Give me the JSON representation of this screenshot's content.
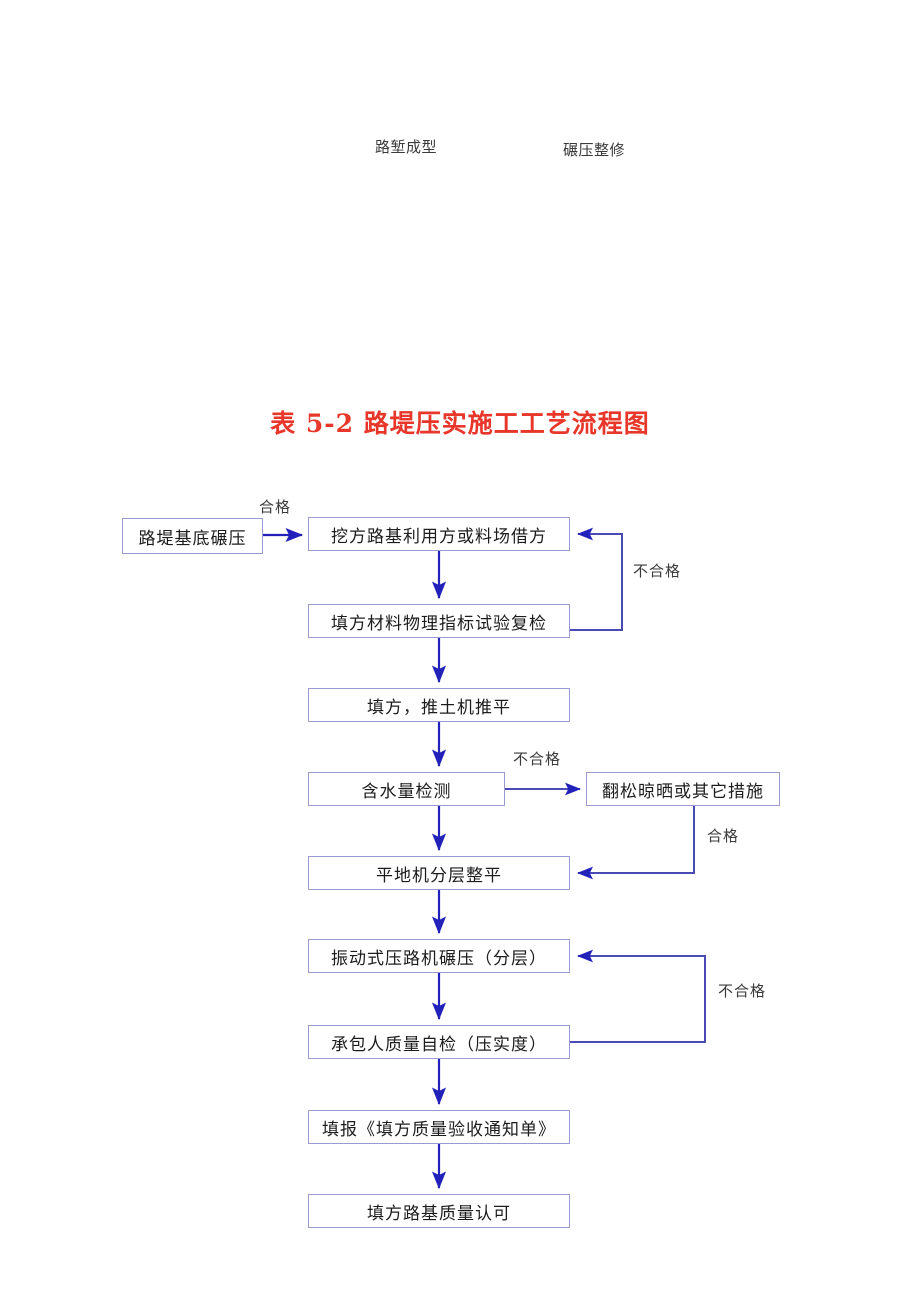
{
  "document": {
    "stray_labels": [
      {
        "name": "lu-qian-cheng-xing",
        "text": "路堑成型"
      },
      {
        "name": "nian-ya-zheng-xiu",
        "text": "碾压整修"
      }
    ],
    "title": {
      "prefix": "表 ",
      "number": "5-2",
      "suffix": " 路堤压实施工工艺流程图",
      "full": "表 5-2 路堤压实施工工艺流程图",
      "color": "#e8372a"
    }
  },
  "flowchart": {
    "type": "process-flow",
    "box_border_color": "#9a9ad0",
    "arrow_color": "#2222bb",
    "nodes": [
      {
        "id": "base",
        "label": "路堤基底碾压"
      },
      {
        "id": "borrow",
        "label": "挖方路基利用方或料场借方"
      },
      {
        "id": "retest",
        "label": "填方材料物理指标试验复检"
      },
      {
        "id": "fill",
        "label": "填方，推土机推平"
      },
      {
        "id": "moisture",
        "label": "含水量检测"
      },
      {
        "id": "aerate",
        "label": "翻松晾晒或其它措施"
      },
      {
        "id": "grader",
        "label": "平地机分层整平"
      },
      {
        "id": "roller",
        "label": "振动式压路机碾压（分层）"
      },
      {
        "id": "selfcheck",
        "label": "承包人质量自检（压实度）"
      },
      {
        "id": "notice",
        "label": "填报《填方质量验收通知单》"
      },
      {
        "id": "approval",
        "label": "填方路基质量认可"
      }
    ],
    "edge_labels": [
      {
        "id": "pass-1",
        "text": "合格",
        "from": "base",
        "to": "borrow"
      },
      {
        "id": "fail-1",
        "text": "不合格",
        "from": "retest",
        "to": "borrow"
      },
      {
        "id": "fail-2",
        "text": "不合格",
        "from": "moisture",
        "to": "aerate"
      },
      {
        "id": "pass-2",
        "text": "合格",
        "from": "aerate",
        "to": "grader"
      },
      {
        "id": "fail-3",
        "text": "不合格",
        "from": "selfcheck",
        "to": "roller"
      }
    ],
    "edges": [
      {
        "from": "base",
        "to": "borrow",
        "kind": "horizontal",
        "label": "合格"
      },
      {
        "from": "borrow",
        "to": "retest",
        "kind": "vertical"
      },
      {
        "from": "retest",
        "to": "borrow",
        "kind": "feedback-right",
        "label": "不合格"
      },
      {
        "from": "retest",
        "to": "fill",
        "kind": "vertical"
      },
      {
        "from": "fill",
        "to": "moisture",
        "kind": "vertical"
      },
      {
        "from": "moisture",
        "to": "aerate",
        "kind": "horizontal",
        "label": "不合格"
      },
      {
        "from": "moisture",
        "to": "grader",
        "kind": "vertical"
      },
      {
        "from": "aerate",
        "to": "grader",
        "kind": "feedback-right",
        "label": "合格"
      },
      {
        "from": "grader",
        "to": "roller",
        "kind": "vertical"
      },
      {
        "from": "roller",
        "to": "selfcheck",
        "kind": "vertical"
      },
      {
        "from": "selfcheck",
        "to": "roller",
        "kind": "feedback-right",
        "label": "不合格"
      },
      {
        "from": "selfcheck",
        "to": "notice",
        "kind": "vertical"
      },
      {
        "from": "notice",
        "to": "approval",
        "kind": "vertical"
      }
    ]
  }
}
